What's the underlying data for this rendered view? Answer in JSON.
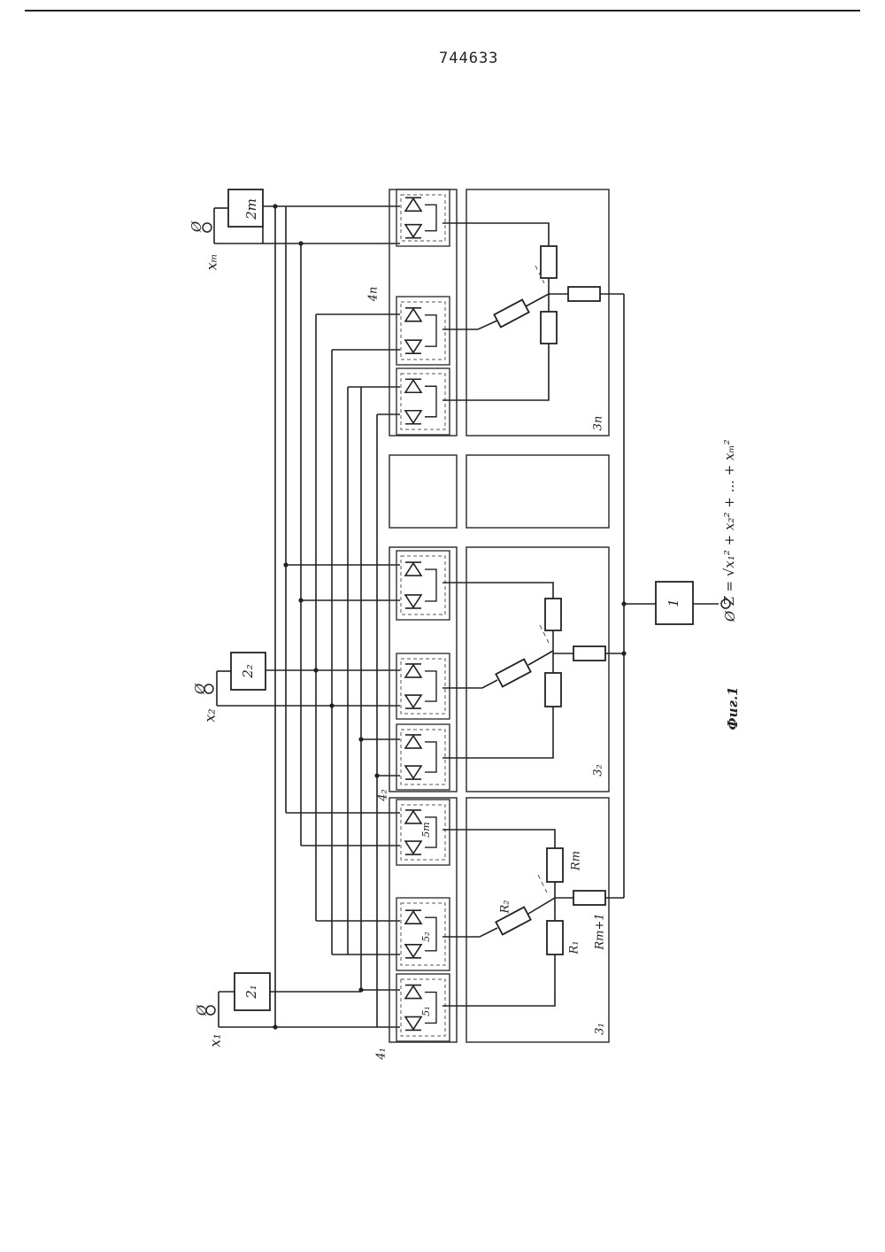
{
  "page_number": "744633",
  "figure_label": "Фиг.1",
  "output_formula": "Z = √x₁² + x₂² + ... + xₘ²",
  "output_terminal": "Ø",
  "block_1_label": "1",
  "inputs": [
    {
      "name": "x₁",
      "terminal": "Ø",
      "block": "2₁"
    },
    {
      "name": "x₂",
      "terminal": "Ø",
      "block": "2₂"
    },
    {
      "name": "xₘ",
      "terminal": "Ø",
      "block": "2m"
    }
  ],
  "switch_groups": [
    "4₁",
    "4₂",
    "4n"
  ],
  "networks": [
    "3₁",
    "3₂",
    "3n"
  ],
  "resistors": [
    "R₁",
    "R₂",
    "Rm",
    "Rm+1"
  ],
  "diode_labels": [
    "5₁",
    "5₂",
    "5m"
  ]
}
